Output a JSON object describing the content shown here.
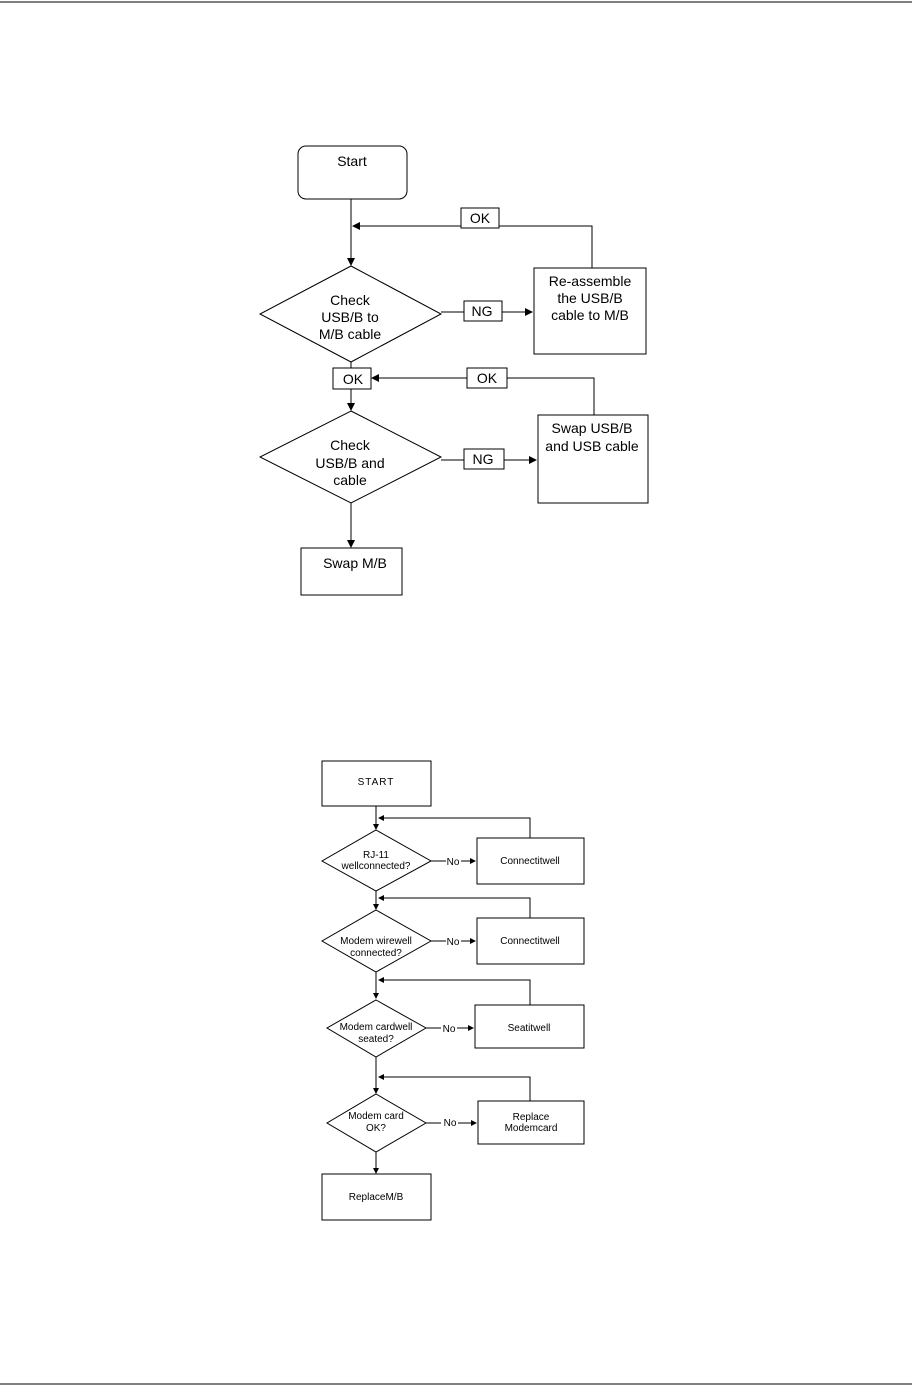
{
  "flowchart1": {
    "start": "Start",
    "check1": [
      "Check",
      "USB/B to",
      "M/B cable"
    ],
    "check2": [
      "Check",
      "USB/B and",
      "cable"
    ],
    "action1": [
      "Re-assemble",
      "the USB/B",
      "cable to M/B"
    ],
    "action2": [
      "Swap USB/B",
      "and USB cable"
    ],
    "end": "Swap M/B",
    "ok": "OK",
    "ng": "NG"
  },
  "flowchart2": {
    "start": "START",
    "q1": [
      "RJ-11",
      "wellconnected?"
    ],
    "q2": [
      "Modem wirewell",
      "connected?"
    ],
    "q3": [
      "Modem cardwell",
      "seated?"
    ],
    "q4": [
      "Modem card",
      "OK?"
    ],
    "a1": "Connectitwell",
    "a2": "Connectitwell",
    "a3": "Seatitwell",
    "a4": [
      "Replace",
      "Modemcard"
    ],
    "end": "ReplaceM/B",
    "no": "No"
  }
}
